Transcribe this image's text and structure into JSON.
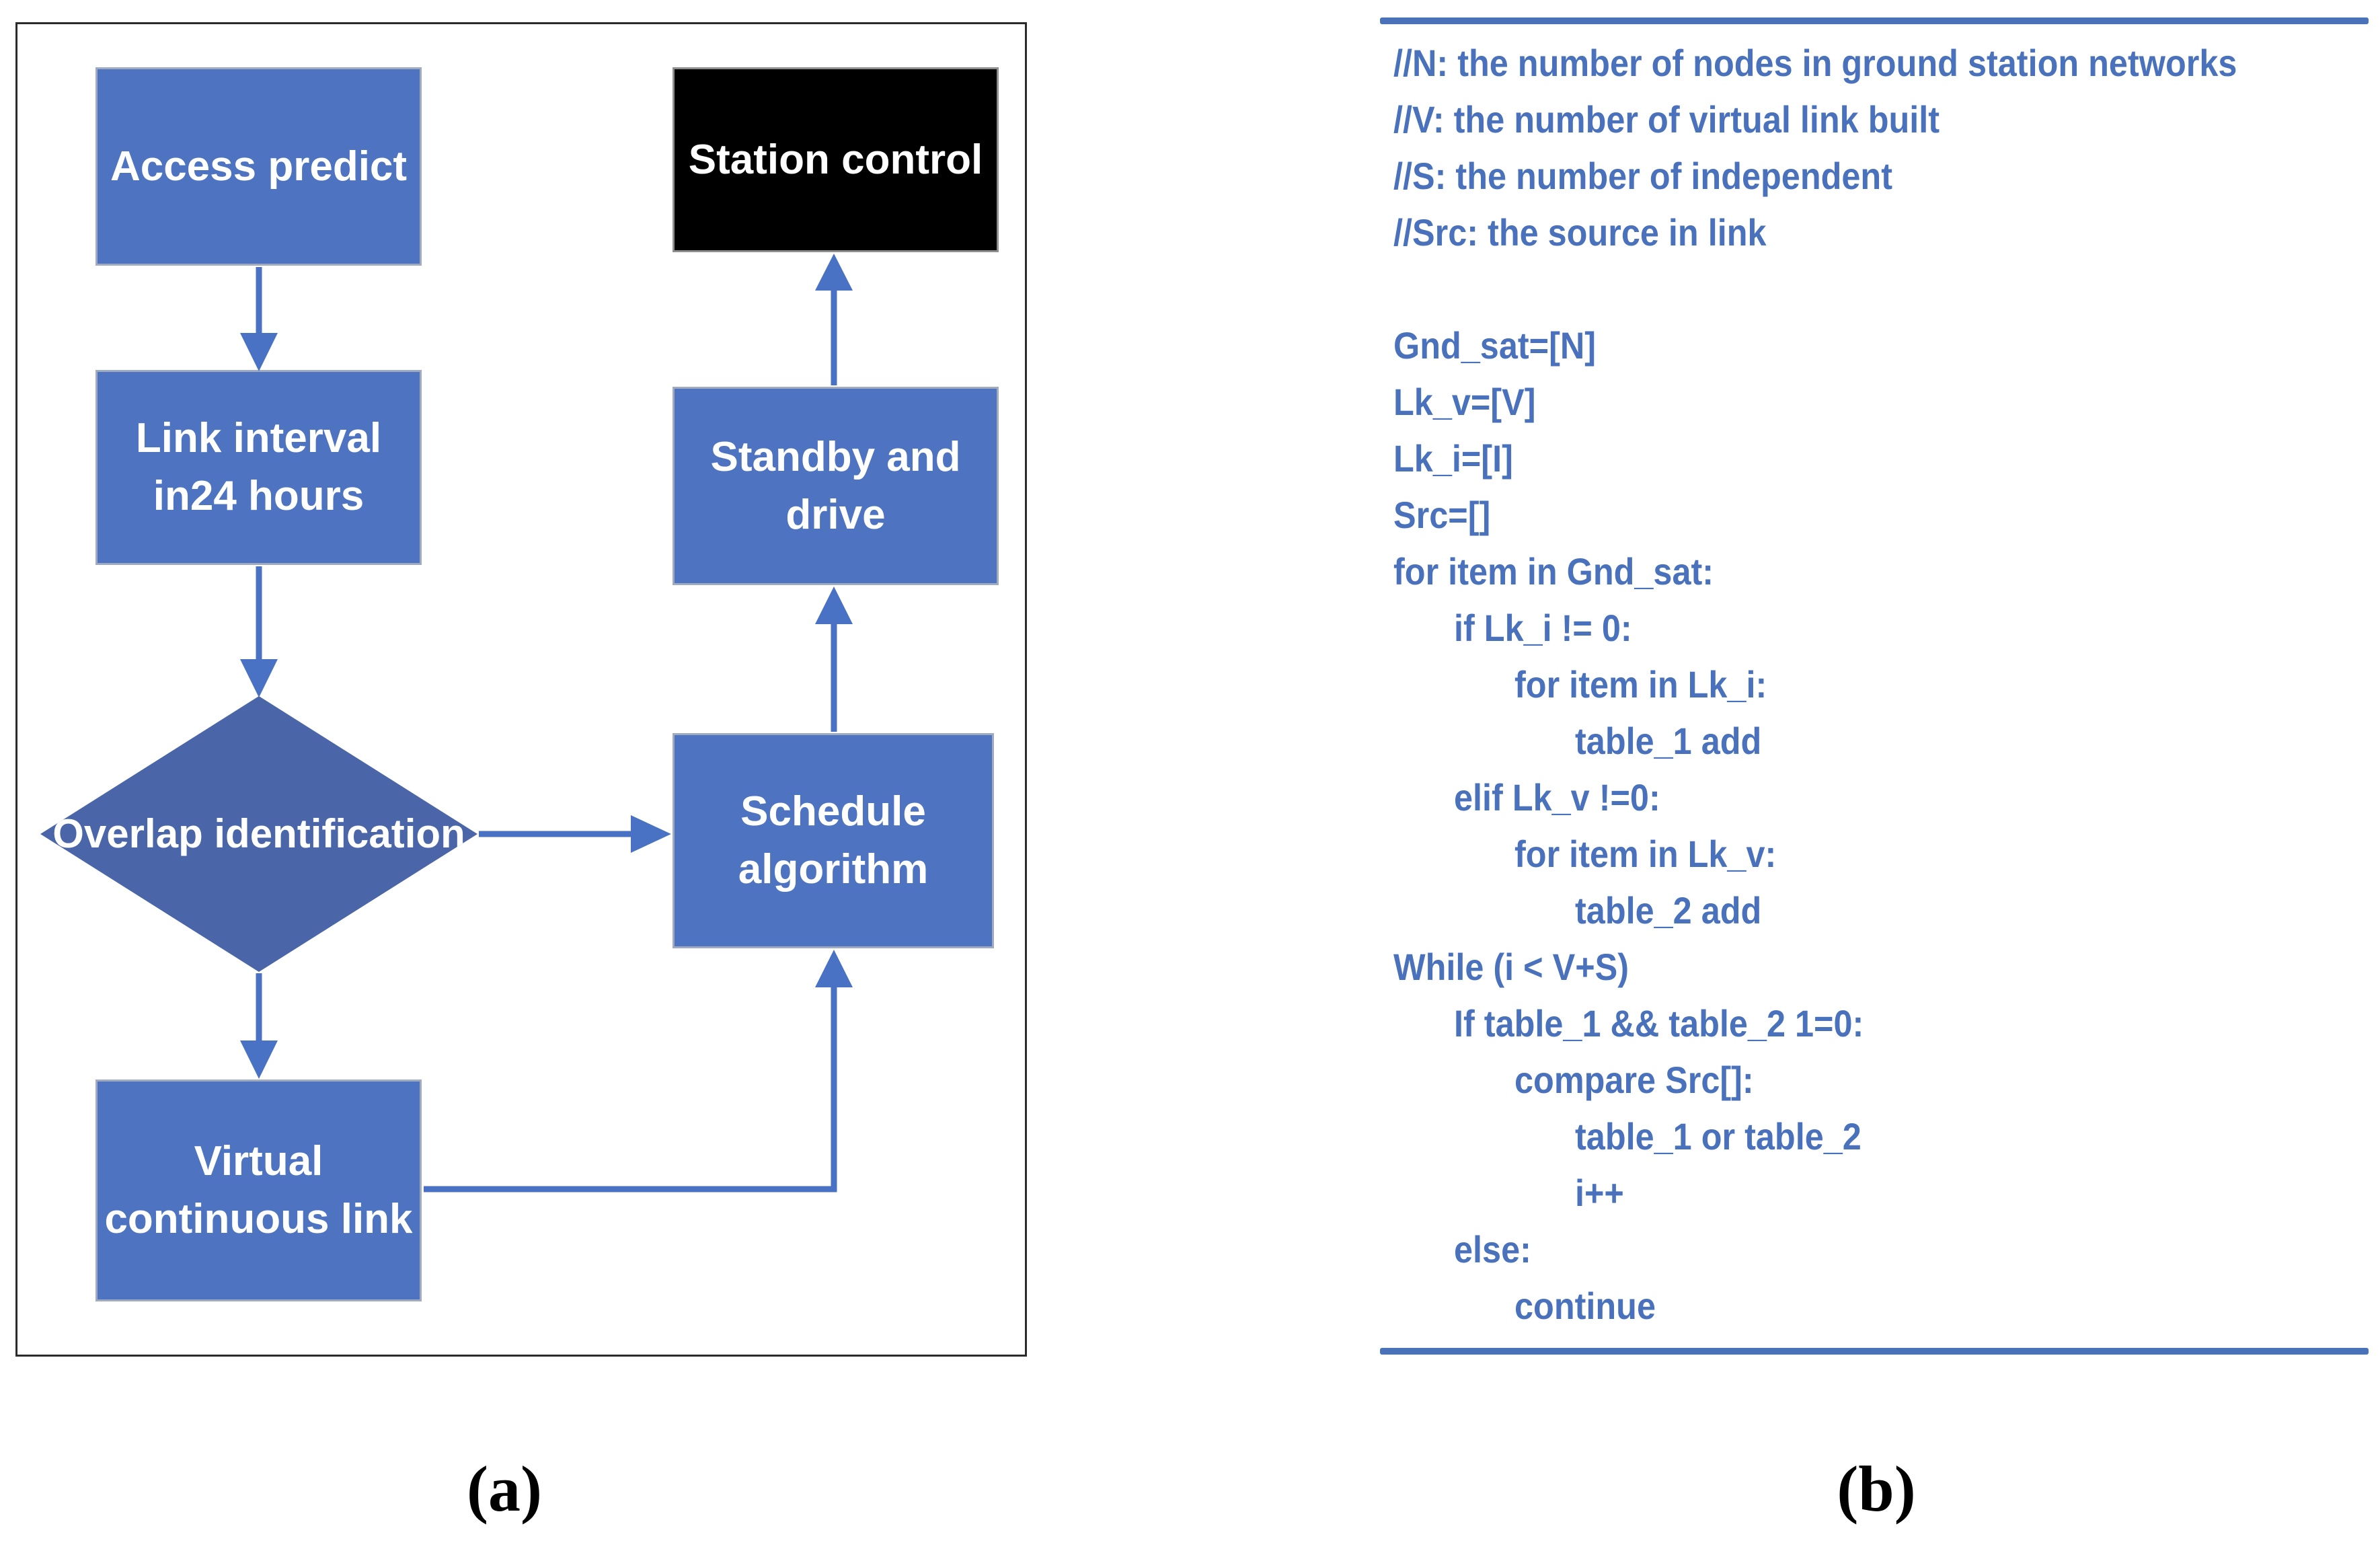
{
  "colors": {
    "node_fill": "#4D73C1",
    "diamond_fill": "#4A66A9",
    "station_fill": "#000000",
    "arrow": "#4A72C4",
    "code_text": "#4A72BC",
    "rule": "#4A72B8",
    "node_text": "#FFFFFF"
  },
  "panel_a": {
    "label": "(a)",
    "nodes": {
      "access": {
        "label": "Access predict"
      },
      "link": {
        "label": "Link interval in24 hours"
      },
      "overlap": {
        "label": "Overlap identification"
      },
      "virtual": {
        "label": "Virtual continuous link"
      },
      "station": {
        "label": "Station control"
      },
      "standby": {
        "label": "Standby and drive"
      },
      "schedule": {
        "label": "Schedule algorithm"
      }
    }
  },
  "panel_b": {
    "label": "(b)",
    "code": {
      "lines": [
        {
          "indent": 0,
          "text": "//N: the number of nodes in ground station networks"
        },
        {
          "indent": 0,
          "text": "//V: the number of virtual link built"
        },
        {
          "indent": 0,
          "text": "//S: the number of independent"
        },
        {
          "indent": 0,
          "text": "//Src: the source in link"
        },
        {
          "indent": 0,
          "text": ""
        },
        {
          "indent": 0,
          "text": "Gnd_sat=[N]"
        },
        {
          "indent": 0,
          "text": "Lk_v=[V]"
        },
        {
          "indent": 0,
          "text": "Lk_i=[I]"
        },
        {
          "indent": 0,
          "text": "Src=[]"
        },
        {
          "indent": 0,
          "text": "for item in Gnd_sat:"
        },
        {
          "indent": 1,
          "text": "if Lk_i != 0:"
        },
        {
          "indent": 2,
          "text": "for item in Lk_i:"
        },
        {
          "indent": 3,
          "text": "table_1 add"
        },
        {
          "indent": 1,
          "text": "elif Lk_v !=0:"
        },
        {
          "indent": 2,
          "text": "for item in Lk_v:"
        },
        {
          "indent": 3,
          "text": "table_2 add"
        },
        {
          "indent": 0,
          "text": "While (i < V+S)"
        },
        {
          "indent": 1,
          "text": "If table_1 && table_2 1=0:"
        },
        {
          "indent": 2,
          "text": "compare Src[]:"
        },
        {
          "indent": 3,
          "text": "table_1 or table_2"
        },
        {
          "indent": 3,
          "text": "i++"
        },
        {
          "indent": 1,
          "text": "else:"
        },
        {
          "indent": 2,
          "text": "continue"
        }
      ]
    }
  }
}
